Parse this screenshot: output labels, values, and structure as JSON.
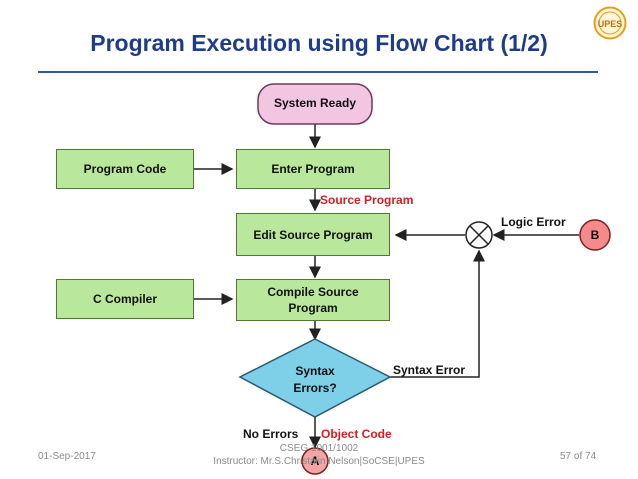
{
  "slide": {
    "title": "Program Execution using Flow Chart (1/2)"
  },
  "logo": {
    "text": "UPES"
  },
  "flowchart": {
    "start": "System Ready",
    "enter_program": "Enter Program",
    "program_code": "Program Code",
    "edit_source": "Edit Source Program",
    "c_compiler": "C Compiler",
    "compile_line1": "Compile Source",
    "compile_line2": "Program",
    "decision_line1": "Syntax",
    "decision_line2": "Errors?",
    "connector_a": "A",
    "connector_b": "B",
    "labels": {
      "source_program": "Source Program",
      "logic_error": "Logic Error",
      "syntax_error": "Syntax Error",
      "no_errors": "No Errors",
      "object_code": "Object Code"
    }
  },
  "footer": {
    "date": "01-Sep-2017",
    "course": "CSEG 1001/1002",
    "instructor": "Instructor: Mr.S.Christalin Nelson|SoCSE|UPES",
    "page": "57 of 74"
  },
  "colors": {
    "title": "#1f3c88",
    "process_fill": "#b9e89d",
    "start_fill": "#f2c6e0",
    "decision_fill": "#7ecfe8",
    "label_red": "#d32020"
  }
}
